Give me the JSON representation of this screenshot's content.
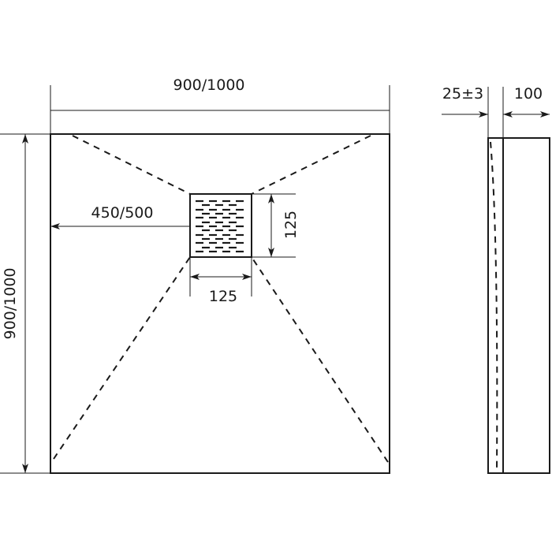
{
  "dimensions": {
    "tray_width": "900/1000",
    "tray_length": "900/1000",
    "drain_offset": "450/500",
    "drain_width": "125",
    "drain_height": "125",
    "thickness": "25±3",
    "total_height": "100"
  }
}
